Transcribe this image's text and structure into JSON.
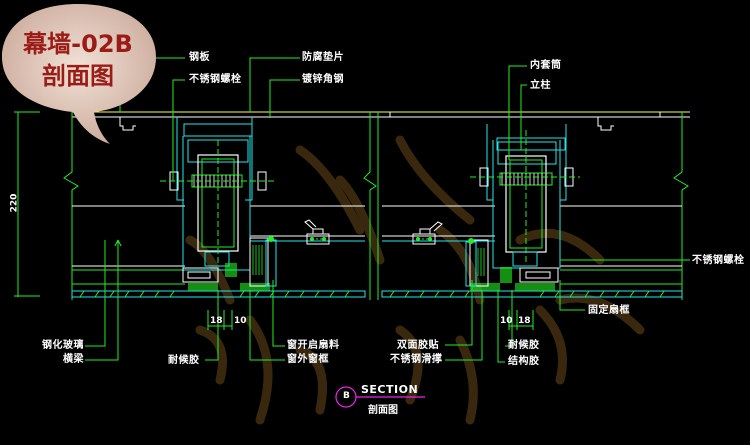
{
  "title_bubble": {
    "line1": "幕墙-02B",
    "line2": "剖面图"
  },
  "colors": {
    "background": "#000000",
    "leader": "#22ee22",
    "profile": "#22e6e6",
    "outline": "#ffffff",
    "ceiling": "#ffff33",
    "section_mark": "#ee22ee",
    "bubble": "#e8d3c6",
    "bubble_text": "#9b1b16",
    "watermark": "#6b4a1a"
  },
  "dimensions": {
    "height": "220",
    "left_gap_a": "18",
    "left_gap_b": "10",
    "right_gap_a": "10",
    "right_gap_b": "18"
  },
  "labels": {
    "top_left": [
      "钢板",
      "不锈钢螺栓"
    ],
    "top_center": [
      "防腐垫片",
      "镀锌角钢"
    ],
    "top_right": [
      "内套筒",
      "立柱"
    ],
    "right": [
      "不锈钢螺栓",
      "固定扇框"
    ],
    "bottom_left": [
      "钢化玻璃",
      "横梁"
    ],
    "bottom_center_left": [
      "耐候胶",
      "窗开启扇料",
      "窗外窗框"
    ],
    "bottom_center_right": [
      "双面胶贴",
      "不锈钢滑撑"
    ],
    "bottom_right": [
      "耐候胶",
      "结构胶"
    ]
  },
  "section": {
    "letter": "B",
    "title": "SECTION",
    "subtitle": "剖面图"
  }
}
